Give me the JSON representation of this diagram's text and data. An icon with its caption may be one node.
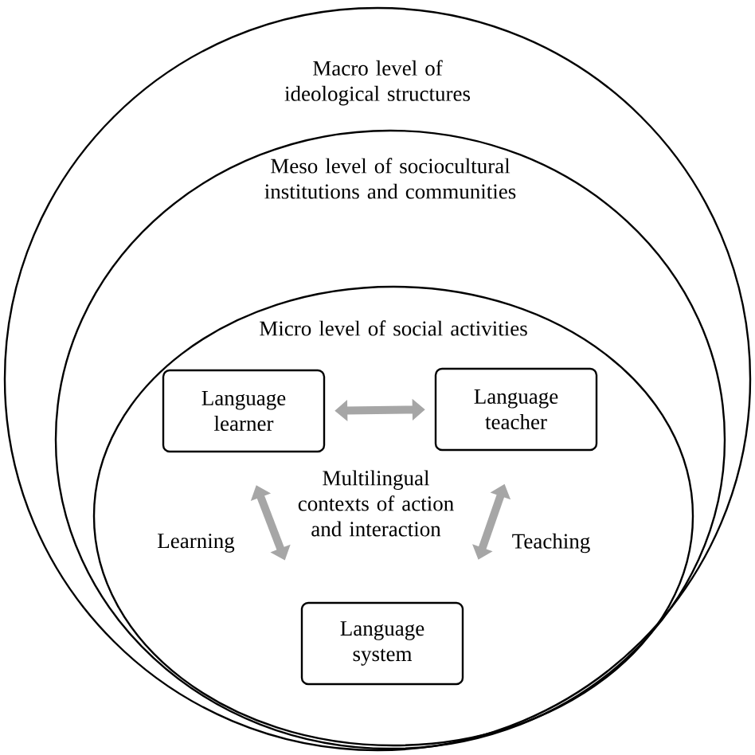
{
  "diagram": {
    "nodes": [
      {
        "text": [
          "Macro level of ideological structures"
        ]
      },
      {
        "text": [
          "Meso level of sociocultural institutions and communities"
        ],
        "in": 0
      },
      {
        "text": [
          "Micro level of social activities"
        ],
        "in": 1
      },
      {
        "text": [
          "Language learner"
        ],
        "in": 2
      },
      {
        "text": [
          "Language teacher"
        ],
        "in": 2
      },
      {
        "text": [
          "Language system"
        ],
        "in": 2
      }
    ],
    "edges": [
      {
        "from": 3,
        "to": 4,
        "arrow": "both"
      },
      {
        "from": 3,
        "to": 5,
        "arrow": "both",
        "label": "Learning"
      },
      {
        "from": 4,
        "to": 5,
        "arrow": "both",
        "label": "Teaching"
      }
    ],
    "labels": [
      "Multilingual contexts of action and interaction"
    ]
  }
}
